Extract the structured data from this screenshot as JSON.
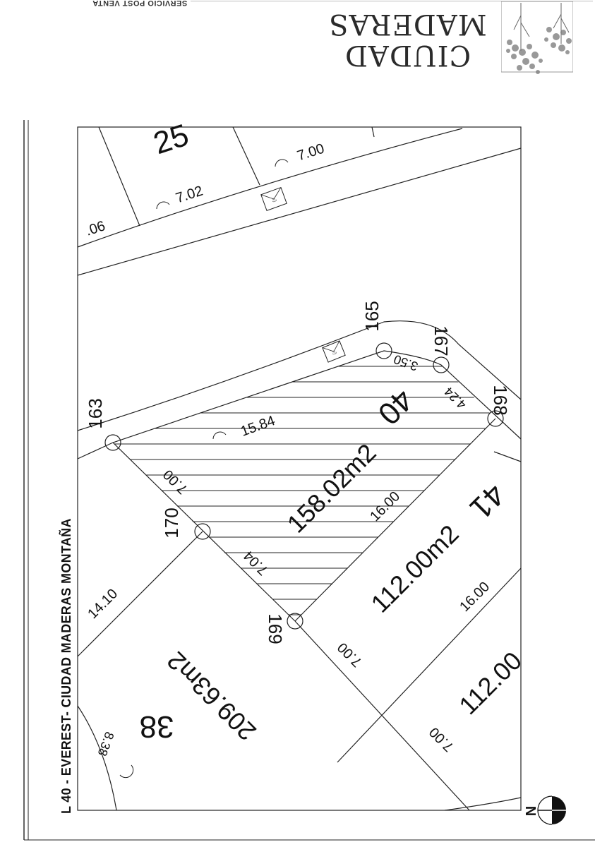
{
  "header": {
    "service_label": "SERVICIO POST VENTA",
    "brand_line1": "CIUDAD",
    "brand_line2": "MADERAS",
    "logo_icon": "tree-logo-icon"
  },
  "sheet": {
    "title": "L 40 - EVEREST- CIUDAD MADERAS MONTAÑA"
  },
  "plan": {
    "lots": {
      "lot_25": "25",
      "lot_40": "40",
      "lot_41": "41",
      "lot_38": "38"
    },
    "areas": {
      "area_40": "158.02m2",
      "area_41": "112.00m2",
      "area_38": "209.63m2",
      "area_next": "112.00"
    },
    "vertices": {
      "v163": "163",
      "v165": "165",
      "v167": "167",
      "v168": "168",
      "v169": "169",
      "v170": "170"
    },
    "dimensions": {
      "d706": ".06",
      "d702": "7.02",
      "d700_top": "7.00",
      "d1584": "15.84",
      "d350": "3.50",
      "d424": "4.24",
      "d700_l40": "7.00",
      "d1600_l40": "16.00",
      "d704": "7.04",
      "d1410": "14.10",
      "d1600_l41": "16.00",
      "d700_l41": "7.00",
      "d700_next": "7.00",
      "d838": "8.38"
    },
    "north_label": "N"
  }
}
